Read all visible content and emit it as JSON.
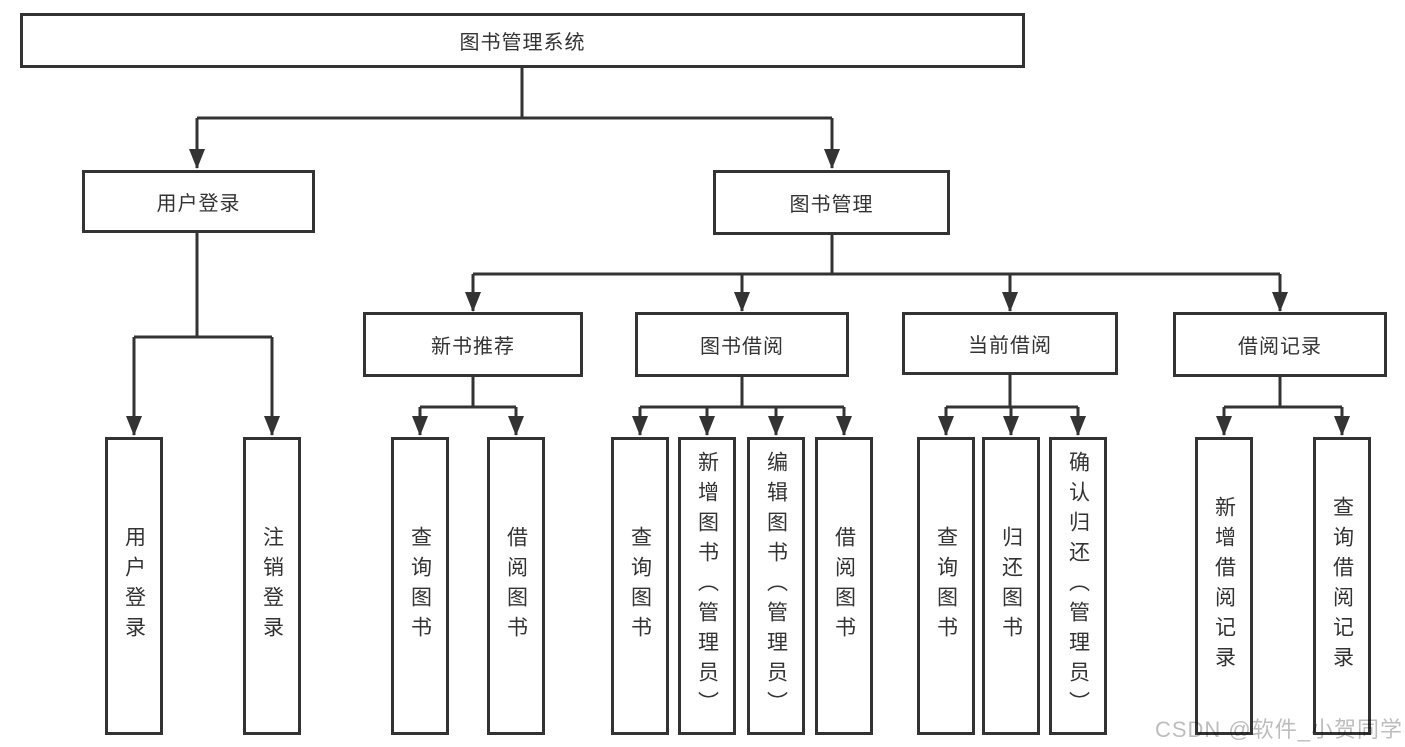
{
  "diagram": {
    "root": "图书管理系统",
    "user_branch": {
      "label": "用户登录",
      "children": [
        "用户登录",
        "注销登录"
      ]
    },
    "book_branch": {
      "label": "图书管理",
      "groups": [
        {
          "label": "新书推荐",
          "children": [
            "查询图书",
            "借阅图书"
          ]
        },
        {
          "label": "图书借阅",
          "children": [
            "查询图书",
            "新增图书（管理员）",
            "编辑图书（管理员）",
            "借阅图书"
          ]
        },
        {
          "label": "当前借阅",
          "children": [
            "查询图书",
            "归还图书",
            "确认归还（管理员）"
          ]
        },
        {
          "label": "借阅记录",
          "children": [
            "新增借阅记录",
            "查询借阅记录"
          ]
        }
      ]
    }
  },
  "watermark": "CSDN @软件_小贺同学",
  "colors": {
    "line": "#333333",
    "text": "#333333",
    "watermark": "#bdbdbd",
    "background": "#ffffff"
  }
}
